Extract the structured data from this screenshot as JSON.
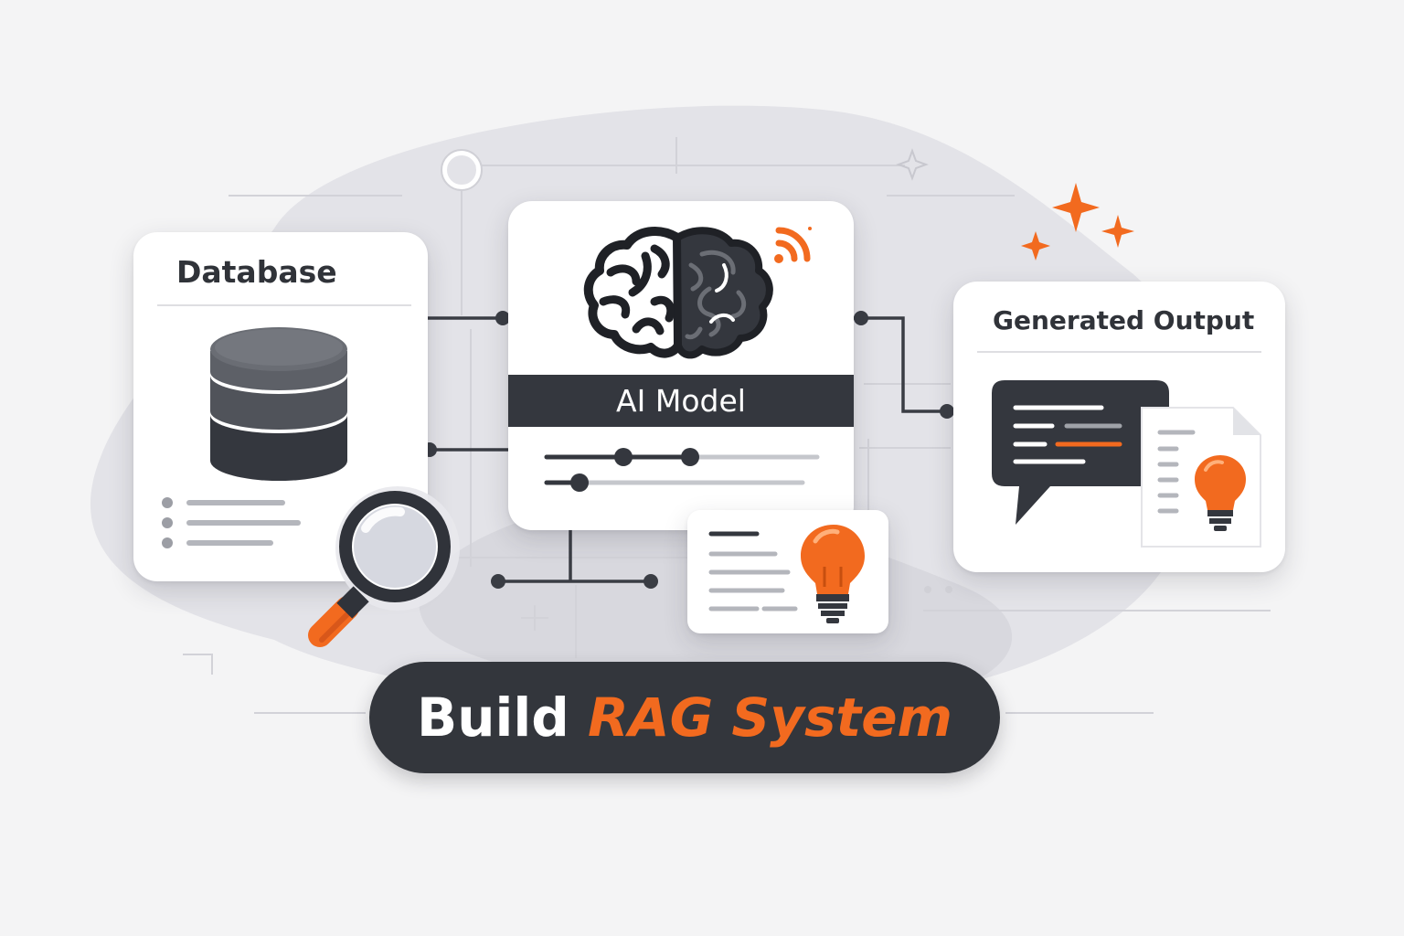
{
  "cards": {
    "database": {
      "title": "Database"
    },
    "ai_model": {
      "title": "AI Model"
    },
    "output": {
      "title": "Generated Output"
    }
  },
  "banner": {
    "prefix": "Build",
    "highlight": "RAG System"
  },
  "colors": {
    "accent": "#f26a1f",
    "dark": "#34373e",
    "card_background": "#ffffff",
    "page_background": "#f4f4f5",
    "connector": "#3a3d44"
  },
  "icons": [
    "database-icon",
    "brain-icon",
    "signal-icon",
    "magnifier-icon",
    "lightbulb-icon",
    "chat-bubble-icon",
    "document-icon",
    "sparkle-icon"
  ]
}
